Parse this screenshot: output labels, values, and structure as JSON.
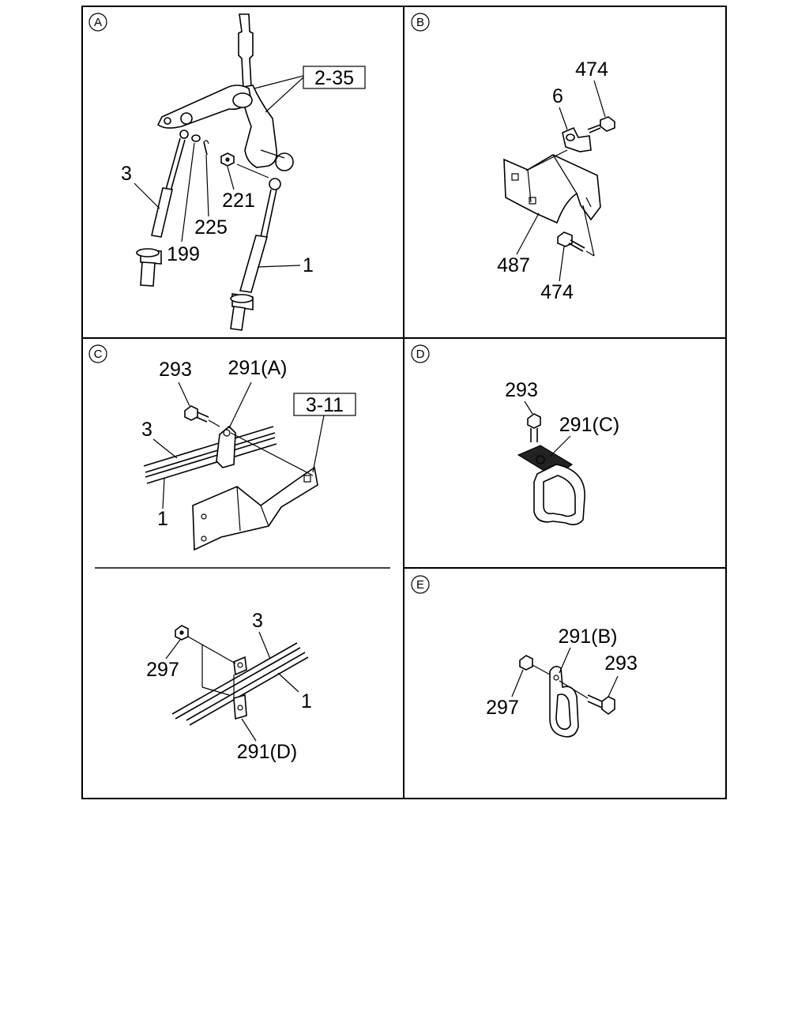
{
  "panels": {
    "a": {
      "marker": "A",
      "labels": {
        "ref_2_35": "2-35",
        "p3": "3",
        "p199": "199",
        "p225": "225",
        "p221": "221",
        "p1": "1"
      }
    },
    "b": {
      "marker": "B",
      "labels": {
        "p474_top": "474",
        "p6": "6",
        "p487": "487",
        "p474_bottom": "474"
      }
    },
    "c": {
      "marker": "C",
      "labels": {
        "p293": "293",
        "p291a": "291(A)",
        "ref_3_11": "3-11",
        "p3": "3",
        "p1": "1",
        "p297": "297",
        "p3_lower": "3",
        "p1_lower": "1",
        "p291d": "291(D)"
      }
    },
    "d": {
      "marker": "D",
      "labels": {
        "p293": "293",
        "p291c": "291(C)"
      }
    },
    "e": {
      "marker": "E",
      "labels": {
        "p291b": "291(B)",
        "p293": "293",
        "p297": "297"
      }
    }
  }
}
